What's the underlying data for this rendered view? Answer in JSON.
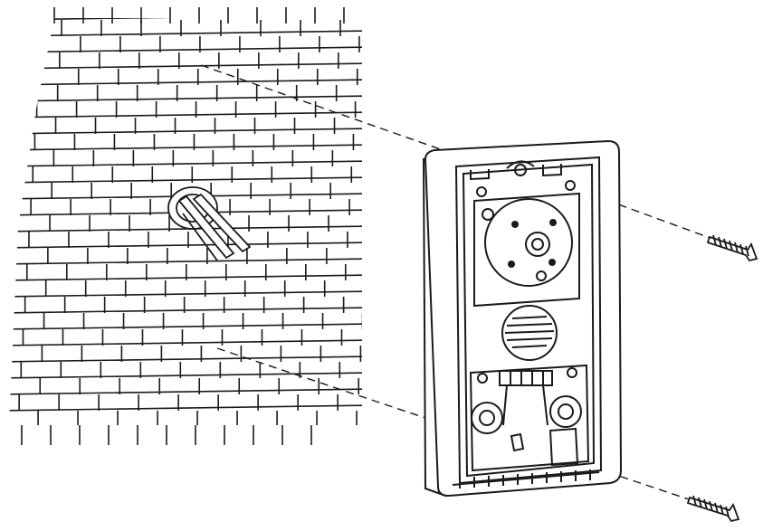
{
  "figure": {
    "kind": "line-drawing",
    "subject": "wall-mount-installation",
    "background_color": "#ffffff",
    "ink_color": "#1a1a1a",
    "parts": [
      {
        "name": "brick-wall-panel",
        "icon": "brick-wall"
      },
      {
        "name": "cable-entry-grommet",
        "icon": "grommet-with-wires"
      },
      {
        "name": "intercom-back-box",
        "icon": "enclosure"
      },
      {
        "name": "camera-module",
        "icon": "lens"
      },
      {
        "name": "speaker-grille",
        "icon": "grille"
      },
      {
        "name": "terminal-block",
        "icon": "terminals"
      },
      {
        "name": "mounting-screw-upper",
        "icon": "screw"
      },
      {
        "name": "mounting-screw-lower",
        "icon": "screw"
      }
    ],
    "guide_lines": 4
  }
}
